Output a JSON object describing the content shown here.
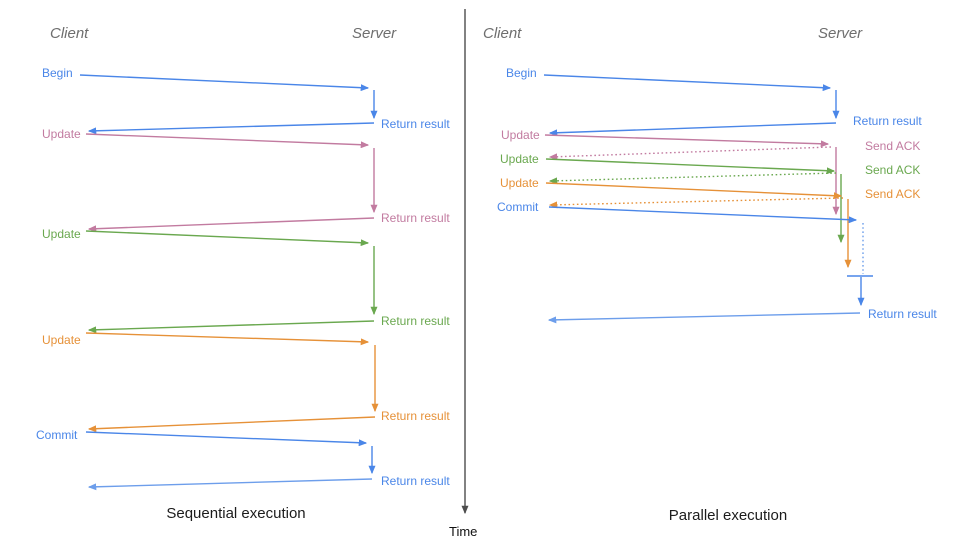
{
  "colors": {
    "blue": "#4a86e8",
    "lightBlue": "#6d9eeb",
    "pink": "#c27ba0",
    "green": "#6aa84f",
    "orange": "#e69138",
    "axisGray": "#4d4d4d",
    "actorGray": "#6e6e6e",
    "titleText": "#1c1c1c",
    "timeText": "#111111"
  },
  "axis": {
    "label": "Time"
  },
  "panels": {
    "sequential": {
      "title": "Sequential execution",
      "client": "Client",
      "server": "Server",
      "messages": [
        {
          "request": "Begin",
          "response": "Return result",
          "color": "blue"
        },
        {
          "request": "Update",
          "response": "Return result",
          "color": "pink"
        },
        {
          "request": "Update",
          "response": "Return result",
          "color": "green"
        },
        {
          "request": "Update",
          "response": "Return result",
          "color": "orange"
        },
        {
          "request": "Commit",
          "response": "Return result",
          "color": "blue"
        }
      ]
    },
    "parallel": {
      "title": "Parallel execution",
      "client": "Client",
      "server": "Server",
      "messages": [
        {
          "request": "Begin",
          "response": "Return result",
          "color": "blue"
        },
        {
          "request": "Update",
          "response": "Send ACK",
          "color": "pink"
        },
        {
          "request": "Update",
          "response": "Send ACK",
          "color": "green"
        },
        {
          "request": "Update",
          "response": "Send ACK",
          "color": "orange"
        },
        {
          "request": "Commit",
          "response": "Return result",
          "color": "blue"
        }
      ]
    }
  }
}
